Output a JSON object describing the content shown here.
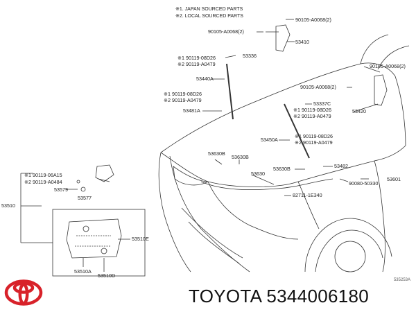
{
  "notes": {
    "n1": "※1. JAPAN SOURCED PARTS",
    "n2": "※2. LOCAL SOURCED PARTS"
  },
  "labels": {
    "p90105_a0068_top": "90105-A0068(2)",
    "p90105_a0068_left": "90105-A0068(2)",
    "p53410": "53410",
    "p53336": "53336",
    "p90119_08d26_a": "※1 90119-08D26",
    "p90119_a0479_a": "※2 90119-A0479",
    "p53440a": "53440A",
    "p90105_a0068_right": "90105-A0068(2)",
    "p90105_a0068_mid": "90105-A0068(2)",
    "p90119_08d26_b": "※1 90119-08D26",
    "p90119_a0479_b": "※2 90119-A0479",
    "p53337c": "53337C",
    "p53481a": "53481A",
    "p90119_08d26_c": "※1 90119-08D26",
    "p90119_a0479_c": "※2 90119-A0479",
    "p53420": "53420",
    "p53450a": "53450A",
    "p90119_08d26_d": "※1 90119-08D26",
    "p90119_a0479_d": "※2 90119-A0479",
    "p53630b_a": "53630B",
    "p53630b_b": "53630B",
    "p53630": "53630",
    "p53630b_c": "53630B",
    "p53482": "53482",
    "p90080_50330": "90080-50330",
    "p53601": "53601",
    "p82711_1e340": "82711-1E340",
    "p90119_06a15": "※1 90119-06A15",
    "p90119_a0484": "※2 90119-A0484",
    "p53579": "53579",
    "p53577": "53577",
    "p53510": "53510",
    "p53510e": "53510E",
    "p53510a": "53510A",
    "p53510d": "53510D"
  },
  "diagram_code": "535253A",
  "brand": "TOYOTA",
  "part_number": "5344006180",
  "colors": {
    "line": "#333333",
    "logo_red": "#d8222a",
    "text": "#222222"
  }
}
